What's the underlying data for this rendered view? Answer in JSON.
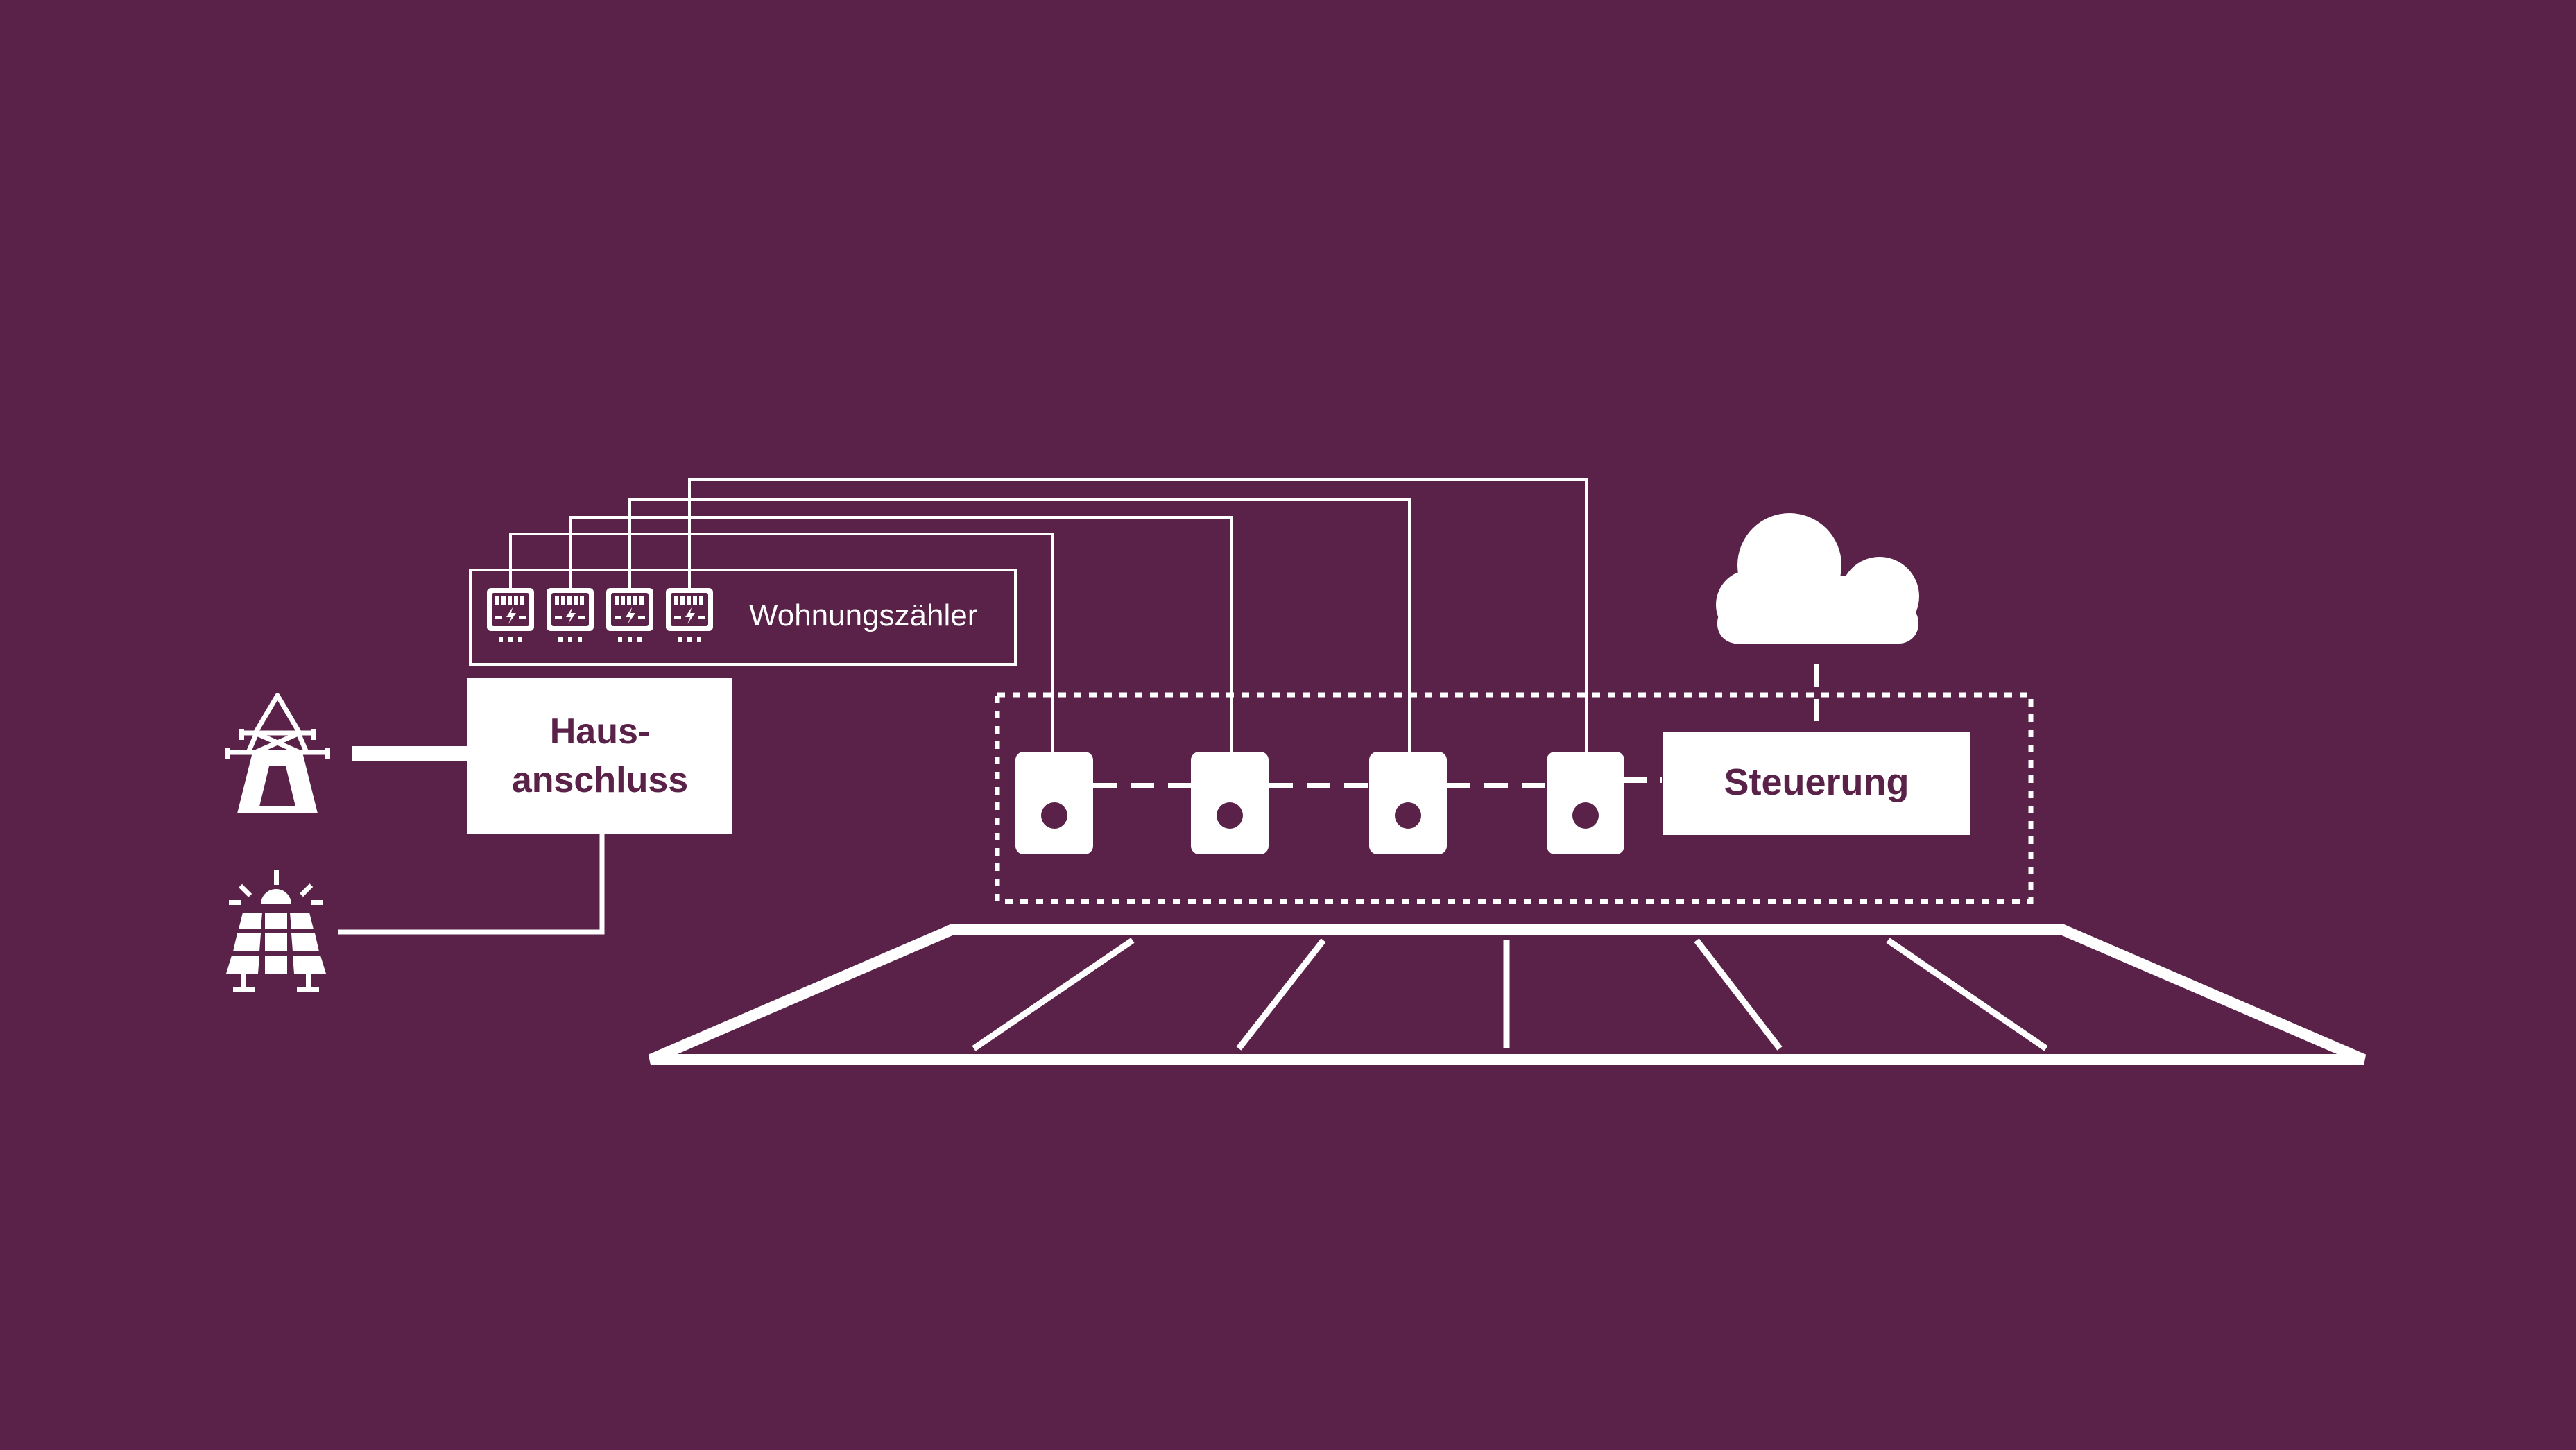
{
  "colors": {
    "background": "#5a2248",
    "foreground": "#ffffff"
  },
  "meters": {
    "label": "Wohnungszähler",
    "icon": "electricity-meter-icon"
  },
  "house_connection": {
    "line1": "Haus-",
    "line2": "anschluss"
  },
  "control": {
    "label": "Steuerung"
  },
  "icons": {
    "grid": "power-pylon-icon",
    "solar": "solar-panel-icon",
    "cloud": "cloud-icon",
    "charger": "charging-station-icon"
  }
}
